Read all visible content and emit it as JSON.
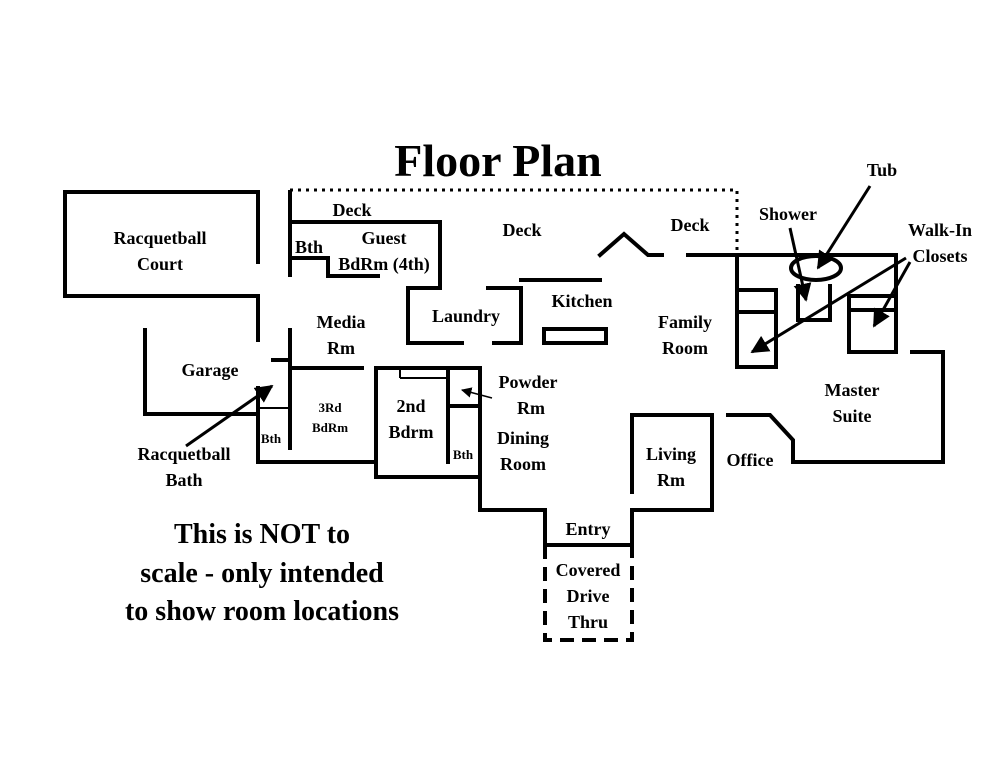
{
  "title": "Floor Plan",
  "note": [
    "This is NOT to",
    "scale - only intended",
    "to show room locations"
  ],
  "labels": {
    "racquetball_court": [
      "Racquetball",
      "Court"
    ],
    "deck_left": "Deck",
    "bth_upper": "Bth",
    "guest_bdrm": [
      "Guest",
      "BdRm (4th)"
    ],
    "deck_center": "Deck",
    "deck_right": "Deck",
    "tub": "Tub",
    "shower": "Shower",
    "walk_in_closets": [
      "Walk-In",
      "Closets"
    ],
    "laundry": "Laundry",
    "kitchen": "Kitchen",
    "family_room": [
      "Family",
      "Room"
    ],
    "media_rm": [
      "Media",
      "Rm"
    ],
    "garage": "Garage",
    "master_suite": [
      "Master",
      "Suite"
    ],
    "third_bdrm": [
      "3Rd",
      "BdRm"
    ],
    "second_bdrm": [
      "2nd",
      "Bdrm"
    ],
    "powder_rm": [
      "Powder",
      "Rm"
    ],
    "bth_lower_left": "Bth",
    "bth_lower_mid": "Bth",
    "racquetball_bath": [
      "Racquetball",
      "Bath"
    ],
    "dining_room": [
      "Dining",
      "Room"
    ],
    "living_rm": [
      "Living",
      "Rm"
    ],
    "office": "Office",
    "entry": "Entry",
    "covered_drive_thru": [
      "Covered",
      "Drive",
      "Thru"
    ]
  }
}
